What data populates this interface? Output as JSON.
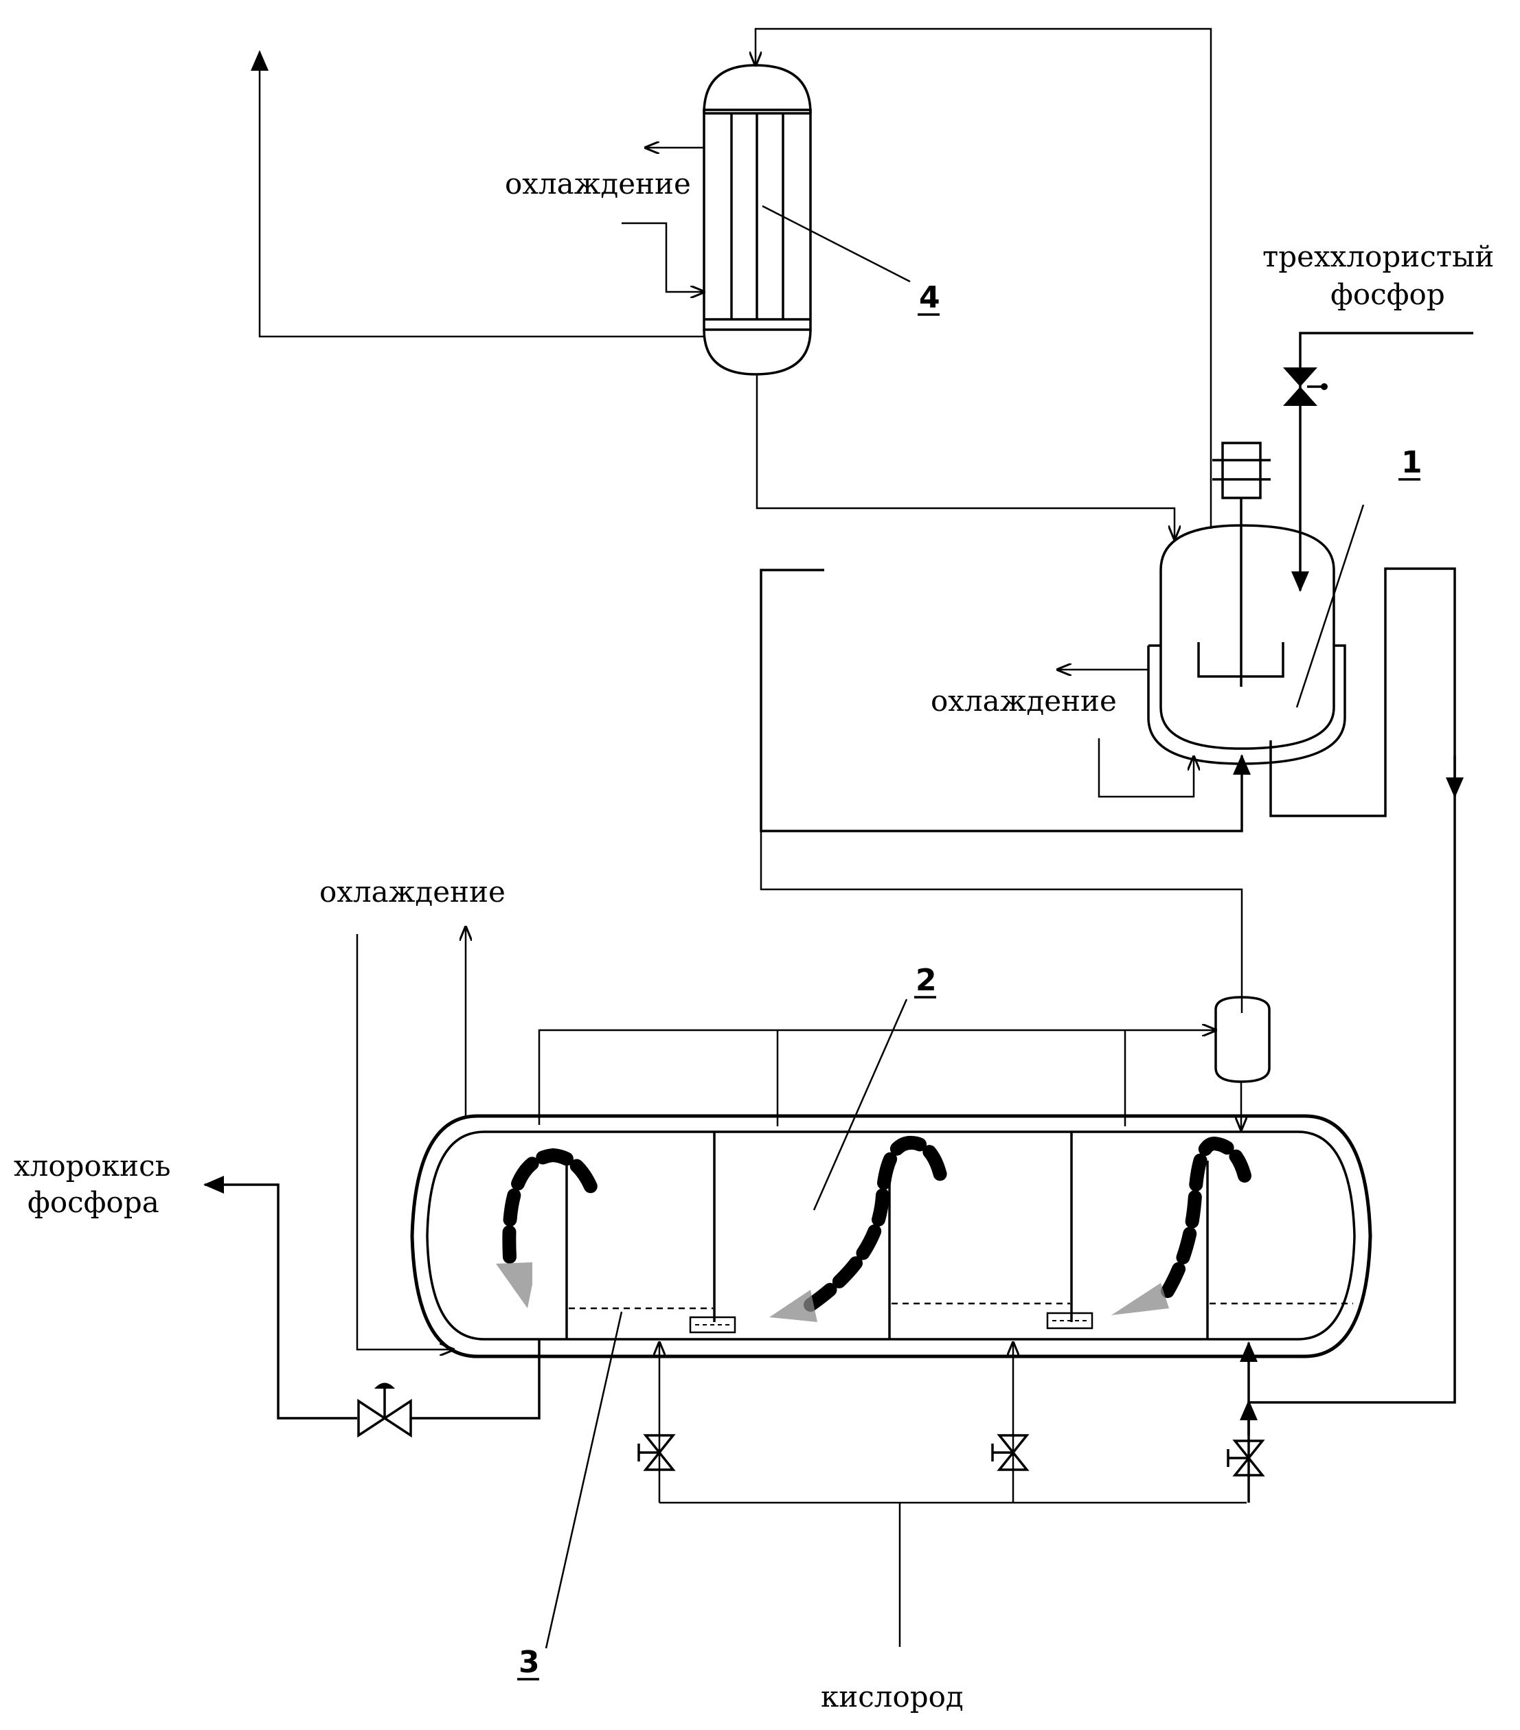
{
  "labels": {
    "cooling_condenser": "охлаждение",
    "cooling_reactor": "охлаждение",
    "cooling_main": "охлаждение",
    "phosphorus_trichloride_line1": "треххлористый",
    "phosphorus_trichloride_line2": "фосфор",
    "phosphorus_oxychloride_line1": "хлорокись",
    "phosphorus_oxychloride_line2": "фосфора",
    "oxygen": "кислород"
  },
  "numbers": {
    "reactor": "1",
    "main_vessel": "2",
    "item_3": "3",
    "condenser": "4"
  }
}
